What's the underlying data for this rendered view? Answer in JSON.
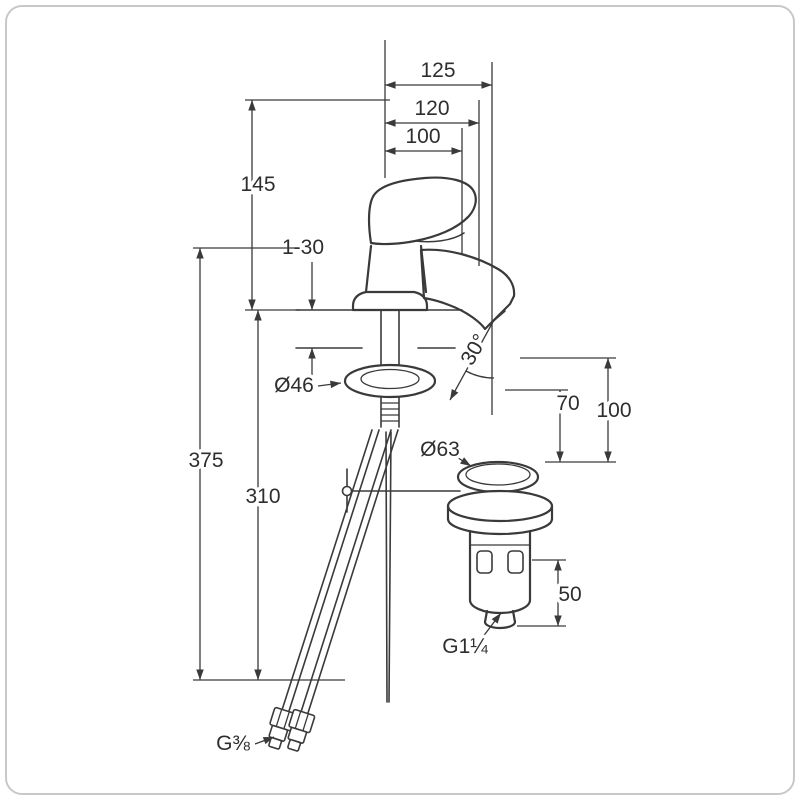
{
  "page": {
    "type": "technical-dimension-drawing",
    "subject": "single-lever-basin-mixer-with-pop-up-waste",
    "colors": {
      "line": "#3a3a3a",
      "background": "#ffffff",
      "frame_border": "#c8c8c8"
    }
  },
  "dims": {
    "projection_overall": "125",
    "projection_mid": "120",
    "projection_spout": "100",
    "height_body": "145",
    "clamp_thickness": "1-30",
    "base_diameter": "Ø46",
    "stream_angle": "30°",
    "height_outlet_inner": "70",
    "height_outlet_outer": "100",
    "length_total": "375",
    "length_hose": "310",
    "waste_diameter": "Ø63",
    "waste_thread_length": "50",
    "waste_thread": "G1¼",
    "supply_thread": "G⅜"
  }
}
